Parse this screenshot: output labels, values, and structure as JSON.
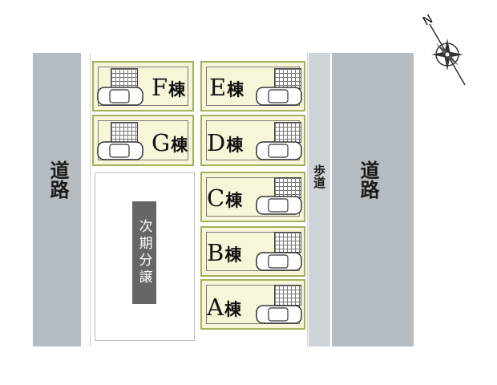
{
  "roads": {
    "left_label": "道路",
    "right_label": "道路",
    "sidewalk_label": "歩道"
  },
  "compass": {
    "north_label": "N"
  },
  "future_sale": {
    "label": "次期分譲"
  },
  "lots": [
    {
      "id": "F",
      "suffix": "棟"
    },
    {
      "id": "E",
      "suffix": "棟"
    },
    {
      "id": "G",
      "suffix": "棟"
    },
    {
      "id": "D",
      "suffix": "棟"
    },
    {
      "id": "C",
      "suffix": "棟"
    },
    {
      "id": "B",
      "suffix": "棟"
    },
    {
      "id": "A",
      "suffix": "棟"
    }
  ],
  "colors": {
    "road": "#b5bcc1",
    "lot_fill": "#f7f6d9",
    "lot_border": "#a3b25a",
    "future_band": "#666666"
  }
}
